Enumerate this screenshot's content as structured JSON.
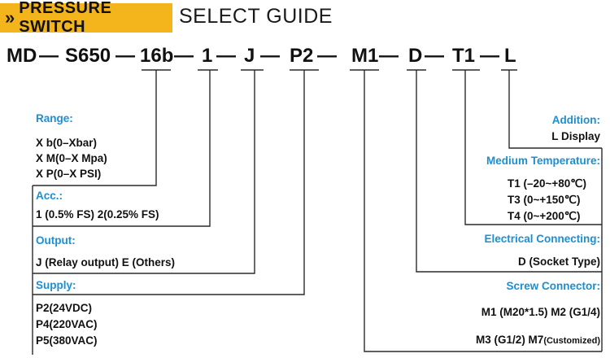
{
  "banner": {
    "chevrons": "»",
    "title": "PRESSURE SWITCH"
  },
  "subtitle": "SELECT GUIDE",
  "code": {
    "md": "MD",
    "dash1": "—",
    "s650": "S650",
    "dash2": "—",
    "range": "16b",
    "dash3": "—",
    "acc": "1",
    "dash4": "—",
    "output": "J",
    "dash5": "—",
    "supply": "P2",
    "dash6": "—",
    "screw": "M1",
    "dash7": "—",
    "elec": "D",
    "dash8": "—",
    "temp": "T1",
    "dash9": "—",
    "addition": "L"
  },
  "left": {
    "range": {
      "title": "Range:",
      "items": [
        "X  b(0–Xbar)",
        "X  M(0–X Mpa)",
        "X  P(0–X PSI)"
      ]
    },
    "acc": {
      "title": "Acc.:",
      "items": [
        "1 (0.5% FS)  2(0.25% FS)"
      ]
    },
    "output": {
      "title": "Output:",
      "items": [
        "J  (Relay output)   E  (Others)"
      ]
    },
    "supply": {
      "title": "Supply:",
      "items": [
        "P2(24VDC)",
        "P4(220VAC)",
        "P5(380VAC)"
      ]
    }
  },
  "right": {
    "addition": {
      "title": "Addition:",
      "items": [
        "L Display"
      ]
    },
    "temperature": {
      "title": "Medium Temperature:",
      "items": [
        "T1  (–20~+80℃)",
        "T3    (0~+150℃)",
        "T4    (0~+200℃)"
      ]
    },
    "electrical": {
      "title": "Electrical Connecting:",
      "items": [
        "D (Socket Type)"
      ]
    },
    "screw": {
      "title": "Screw Connector:",
      "items": [
        "M1 (M20*1.5)  M2 (G1/4)",
        "M3 (G1/2)  M7"
      ],
      "customized": "(Customized)"
    }
  },
  "colors": {
    "accent_blue": "#1b8fd1",
    "banner_yellow": "#f3b51b"
  }
}
